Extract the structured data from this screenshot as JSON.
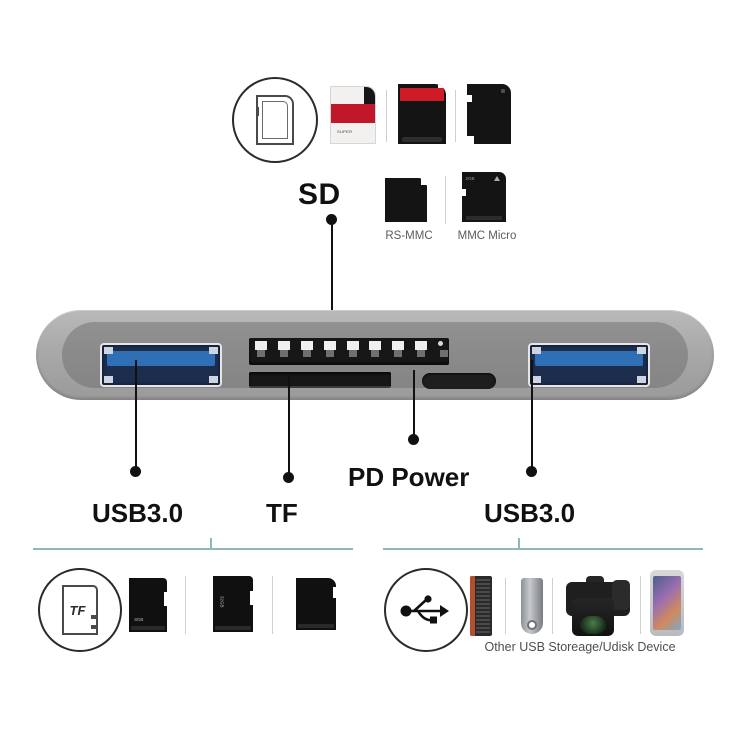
{
  "product": {
    "name": "USB-C Multiport Card Reader Hub",
    "body_color": "#a9a9a9",
    "face_color": "#8a8a8a"
  },
  "top_section": {
    "circle_icon_name": "sd-card-icon",
    "cards": [
      {
        "name": "sd-card-white-red",
        "style": "white-red-stripe",
        "brand": "SUPER"
      },
      {
        "name": "sd-card-black-red",
        "style": "black-red-band"
      },
      {
        "name": "sd-card-black",
        "style": "plain-black"
      }
    ],
    "mmc": [
      {
        "label": "RS-MMC",
        "name": "rs-mmc-card"
      },
      {
        "label": "MMC Micro",
        "name": "mmc-micro-card",
        "capacity": "2GB"
      }
    ]
  },
  "callouts": {
    "sd": "SD",
    "usb_left": "USB3.0",
    "tf": "TF",
    "pd_power": "PD Power",
    "usb_right": "USB3.0"
  },
  "ports": {
    "usb_left_name": "usb3-port-left",
    "usb_right_name": "usb3-port-right",
    "sd_slot_name": "sd-card-slot",
    "tf_slot_name": "tf-card-slot",
    "usbc_name": "usb-c-pd-port",
    "usb_tongue_color": "#2f6fb5",
    "usb_recess_color": "#1c2d4e",
    "sd_pin_count": 9
  },
  "bottom": {
    "rule_color": "#8fb8bd",
    "tf_group": {
      "circle_icon_name": "tf-card-icon",
      "icon_text": "TF",
      "cards": [
        {
          "name": "microsd-card-1",
          "capacity": "8GB"
        },
        {
          "name": "microsd-card-2",
          "capacity": "32GB"
        },
        {
          "name": "microsd-card-3",
          "capacity": ""
        }
      ]
    },
    "usb_group": {
      "circle_icon_name": "usb-icon",
      "caption": "Other USB Storeage/Udisk Device",
      "devices": [
        {
          "name": "keyboard-device"
        },
        {
          "name": "usb-flash-drive-device"
        },
        {
          "name": "dslr-camera-device"
        },
        {
          "name": "smartphone-device"
        }
      ]
    }
  }
}
